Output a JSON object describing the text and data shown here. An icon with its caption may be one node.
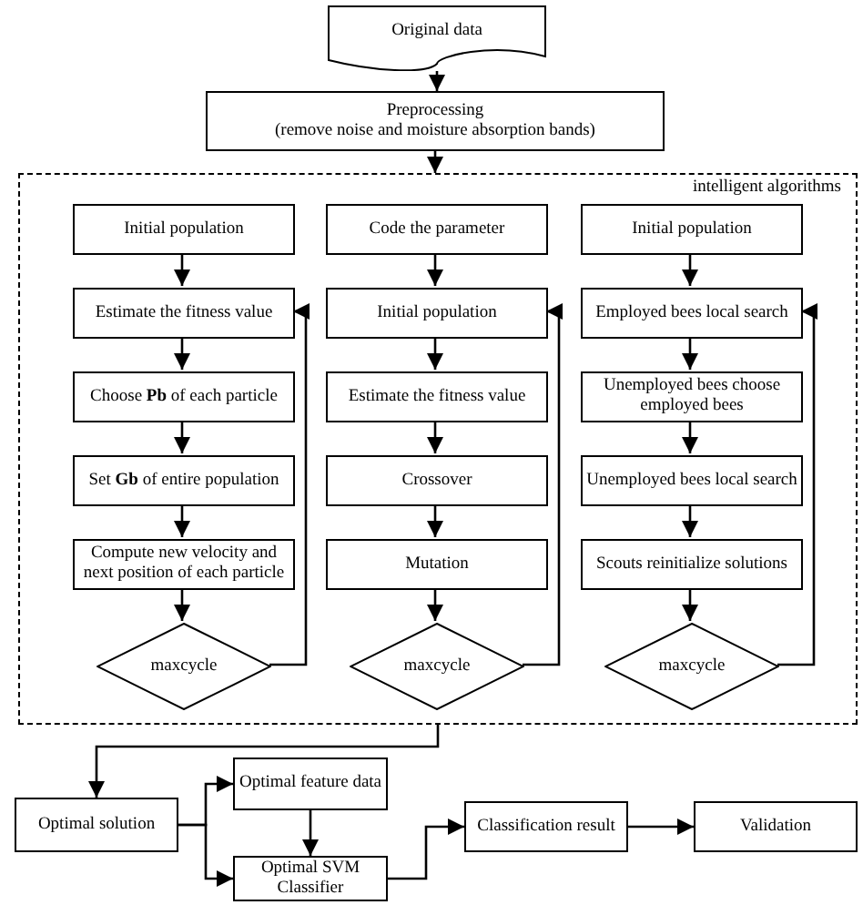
{
  "diagram": {
    "nodes": [
      {
        "text": [
          "Original data"
        ]
      },
      {
        "text": [
          "Preprocessing",
          "(remove noise and moisture absorption bands)"
        ]
      },
      {
        "text": [
          "intelligent algorithms"
        ]
      },
      {
        "text": [
          "Initial population"
        ],
        "in": 2
      },
      {
        "text": [
          "Estimate the fitness value"
        ],
        "in": 2
      },
      {
        "text": [
          "Choose **Pb** of each particle"
        ],
        "in": 2
      },
      {
        "text": [
          "Set **Gb** of entire population"
        ],
        "in": 2
      },
      {
        "text": [
          "Compute new velocity and next position of each particle"
        ],
        "in": 2
      },
      {
        "text": [
          "maxcycle"
        ],
        "in": 2
      },
      {
        "text": [
          "Code the parameter"
        ],
        "in": 2
      },
      {
        "text": [
          "Initial population"
        ],
        "in": 2
      },
      {
        "text": [
          "Estimate the fitness value"
        ],
        "in": 2
      },
      {
        "text": [
          "Crossover"
        ],
        "in": 2
      },
      {
        "text": [
          "Mutation"
        ],
        "in": 2
      },
      {
        "text": [
          "maxcycle"
        ],
        "in": 2
      },
      {
        "text": [
          "Initial population"
        ],
        "in": 2
      },
      {
        "text": [
          "Employed bees local search"
        ],
        "in": 2
      },
      {
        "text": [
          "Unemployed bees choose employed bees"
        ],
        "in": 2
      },
      {
        "text": [
          "Unemployed bees local search"
        ],
        "in": 2
      },
      {
        "text": [
          "Scouts reinitialize solutions"
        ],
        "in": 2
      },
      {
        "text": [
          "maxcycle"
        ],
        "in": 2
      },
      {
        "text": [
          "Optimal solution"
        ]
      },
      {
        "text": [
          "Optimal feature data"
        ]
      },
      {
        "text": [
          "Optimal SVM Classifier"
        ]
      },
      {
        "text": [
          "Classification result"
        ]
      },
      {
        "text": [
          "Validation"
        ]
      }
    ],
    "edges": [
      {
        "from": 0,
        "to": 1,
        "arrow": "to"
      },
      {
        "from": 1,
        "to": 2,
        "arrow": "to"
      },
      {
        "from": 3,
        "to": 4,
        "arrow": "to"
      },
      {
        "from": 4,
        "to": 5,
        "arrow": "to"
      },
      {
        "from": 5,
        "to": 6,
        "arrow": "to"
      },
      {
        "from": 6,
        "to": 7,
        "arrow": "to"
      },
      {
        "from": 7,
        "to": 8,
        "arrow": "to"
      },
      {
        "from": 8,
        "to": 4,
        "arrow": "to"
      },
      {
        "from": 9,
        "to": 10,
        "arrow": "to"
      },
      {
        "from": 10,
        "to": 11,
        "arrow": "to"
      },
      {
        "from": 11,
        "to": 12,
        "arrow": "to"
      },
      {
        "from": 12,
        "to": 13,
        "arrow": "to"
      },
      {
        "from": 13,
        "to": 14,
        "arrow": "to"
      },
      {
        "from": 14,
        "to": 10,
        "arrow": "to"
      },
      {
        "from": 15,
        "to": 16,
        "arrow": "to"
      },
      {
        "from": 16,
        "to": 17,
        "arrow": "to"
      },
      {
        "from": 17,
        "to": 18,
        "arrow": "to"
      },
      {
        "from": 18,
        "to": 19,
        "arrow": "to"
      },
      {
        "from": 19,
        "to": 20,
        "arrow": "to"
      },
      {
        "from": 20,
        "to": 16,
        "arrow": "to"
      },
      {
        "from": 2,
        "to": 21,
        "arrow": "to"
      },
      {
        "from": 21,
        "to": 22,
        "arrow": "to"
      },
      {
        "from": 21,
        "to": 23,
        "arrow": "to"
      },
      {
        "from": 22,
        "to": 23,
        "arrow": "to"
      },
      {
        "from": 23,
        "to": 24,
        "arrow": "to"
      },
      {
        "from": 24,
        "to": 25,
        "arrow": "to"
      }
    ]
  }
}
